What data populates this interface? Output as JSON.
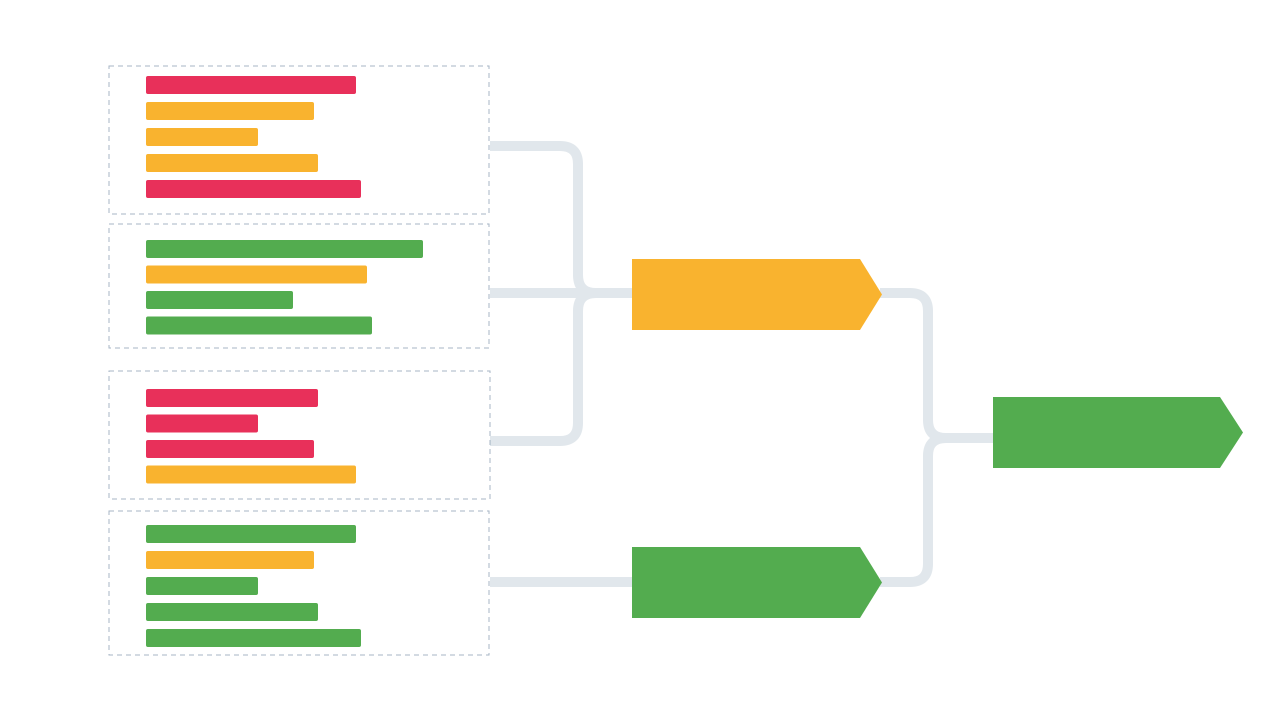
{
  "colors": {
    "red": "#e8305a",
    "yellow": "#f9b32f",
    "green": "#53ac4f",
    "connector": "#e1e7ec",
    "group_border": "#8a9db3"
  },
  "groups": [
    {
      "bars": [
        {
          "status": "red",
          "value": 210
        },
        {
          "status": "yellow",
          "value": 168
        },
        {
          "status": "yellow",
          "value": 112
        },
        {
          "status": "yellow",
          "value": 172
        },
        {
          "status": "red",
          "value": 215
        }
      ]
    },
    {
      "bars": [
        {
          "status": "green",
          "value": 277
        },
        {
          "status": "yellow",
          "value": 221
        },
        {
          "status": "green",
          "value": 147
        },
        {
          "status": "green",
          "value": 226
        }
      ]
    },
    {
      "bars": [
        {
          "status": "red",
          "value": 172
        },
        {
          "status": "red",
          "value": 112
        },
        {
          "status": "red",
          "value": 168
        },
        {
          "status": "yellow",
          "value": 210
        }
      ]
    },
    {
      "bars": [
        {
          "status": "green",
          "value": 210
        },
        {
          "status": "yellow",
          "value": 168
        },
        {
          "status": "green",
          "value": 112
        },
        {
          "status": "green",
          "value": 172
        },
        {
          "status": "green",
          "value": 215
        }
      ]
    }
  ],
  "merge_nodes": [
    {
      "status": "yellow",
      "inputs": [
        0,
        1,
        2
      ]
    },
    {
      "status": "green",
      "inputs": [
        3
      ]
    }
  ],
  "final_node": {
    "status": "green",
    "inputs": [
      0,
      1
    ]
  }
}
